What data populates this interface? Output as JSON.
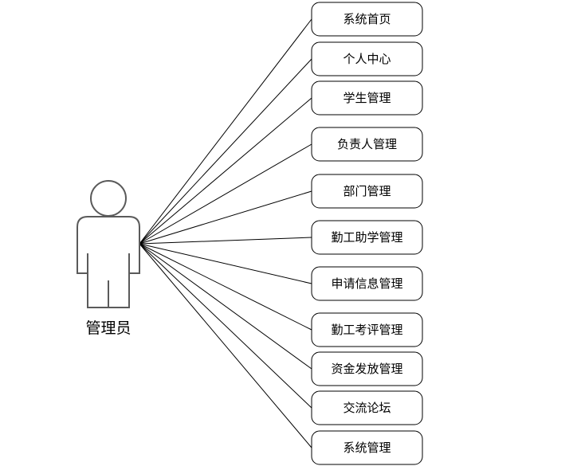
{
  "actor": {
    "label": "管理员",
    "icon": "person-icon"
  },
  "use_cases": [
    {
      "label": "系统首页"
    },
    {
      "label": "个人中心"
    },
    {
      "label": "学生管理"
    },
    {
      "label": "负责人管理"
    },
    {
      "label": "部门管理"
    },
    {
      "label": "勤工助学管理"
    },
    {
      "label": "申请信息管理"
    },
    {
      "label": "勤工考评管理"
    },
    {
      "label": "资金发放管理"
    },
    {
      "label": "交流论坛"
    },
    {
      "label": "系统管理"
    }
  ]
}
